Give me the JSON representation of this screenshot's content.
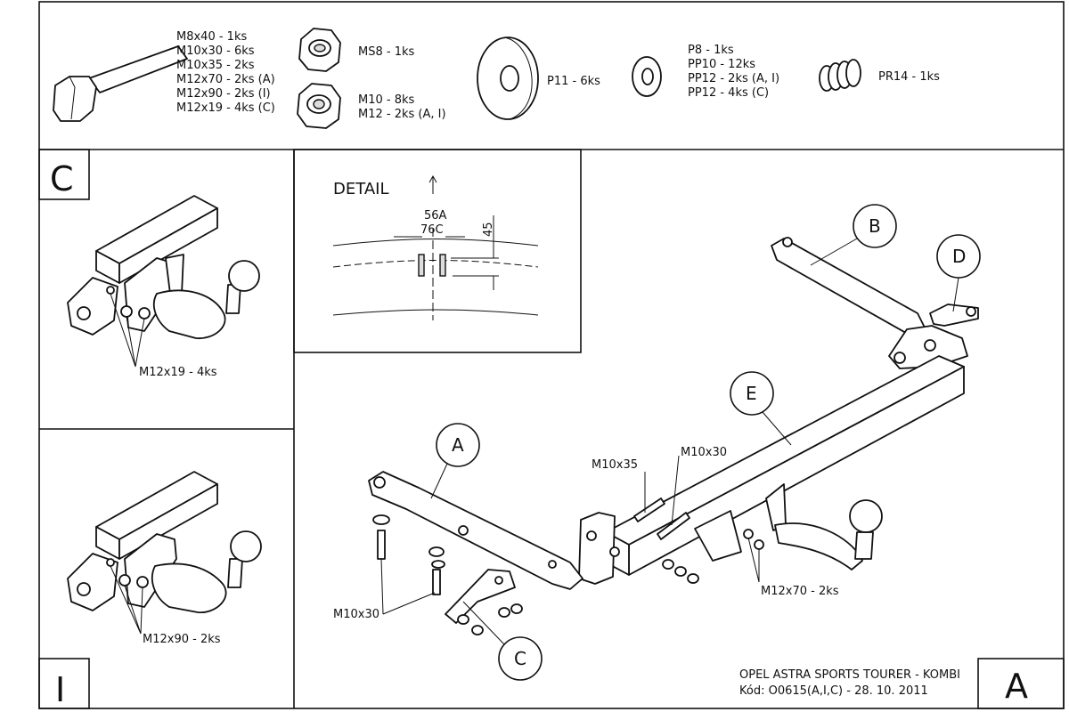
{
  "parts_list": {
    "bolts": [
      "M8x40 - 1ks",
      "M10x30 - 6ks",
      "M10x35 - 2ks",
      "M12x70 - 2ks (A)",
      "M12x90 - 2ks (I)",
      "M12x19 - 4ks (C)"
    ],
    "nut_ms8": "MS8 - 1ks",
    "nuts": [
      "M10 - 8ks",
      "M12 - 2ks (A, I)"
    ],
    "washer_p11": "P11 - 6ks",
    "washers": [
      "P8 - 1ks",
      "PP10 - 12ks",
      "PP12 - 2ks (A, I)",
      "PP12 - 4ks (C)"
    ],
    "spring": "PR14 - 1ks"
  },
  "panel_c": {
    "letter": "C",
    "callout": "M12x19 - 4ks"
  },
  "panel_i": {
    "letter": "I",
    "callout": "M12x90 - 2ks"
  },
  "detail": {
    "title": "DETAIL",
    "dim_top": "56A",
    "dim_mid": "76C",
    "dim_side": "45"
  },
  "main": {
    "bubbles": [
      "A",
      "B",
      "C",
      "D",
      "E"
    ],
    "callout_m10x35": "M10x35",
    "callout_m10x30_top": "M10x30",
    "callout_m10x30_left": "M10x30",
    "callout_m12x70": "M12x70 - 2ks"
  },
  "footer": {
    "vehicle": "OPEL ASTRA SPORTS TOURER - KOMBI",
    "code": "Kód: O0615(A,I,C) - 28. 10. 2011",
    "variant_letter": "A"
  }
}
